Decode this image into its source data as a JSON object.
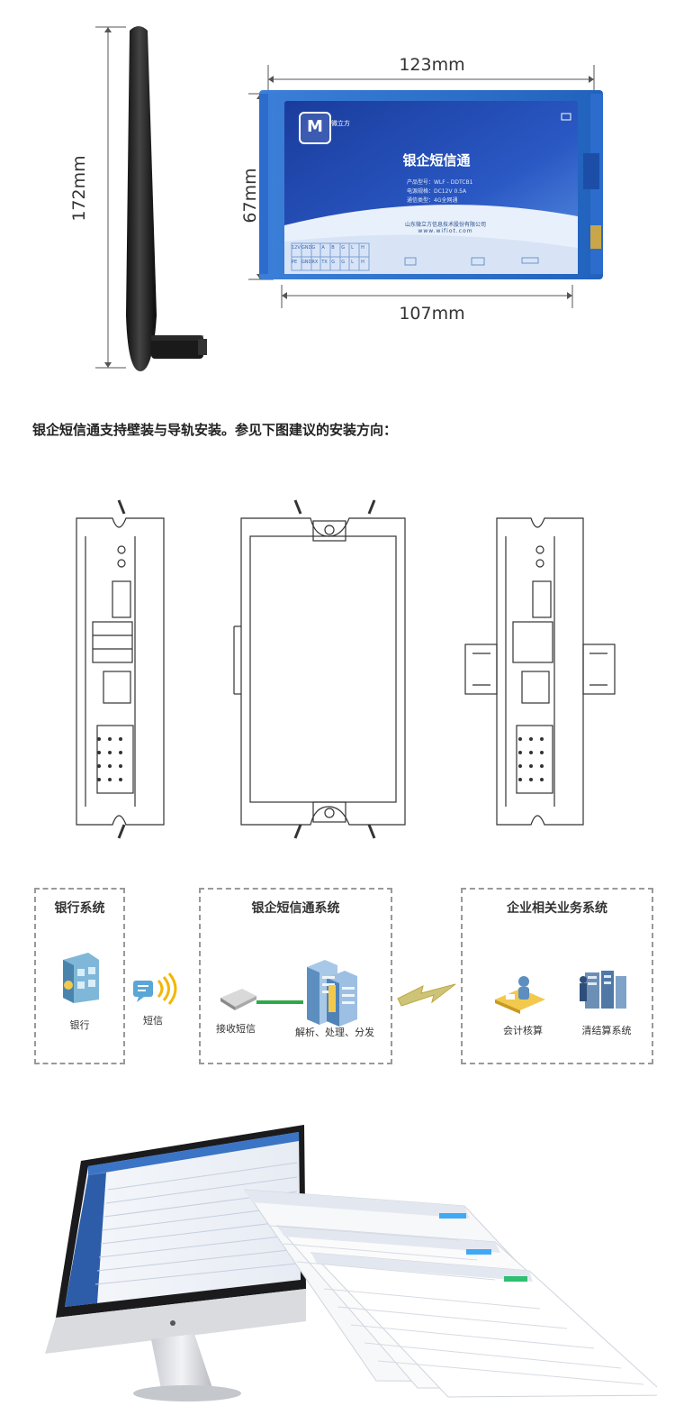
{
  "dimensions": {
    "antenna_height": "172mm",
    "device_width": "123mm",
    "device_height": "67mm",
    "device_depth": "107mm"
  },
  "device_label": {
    "logo_text": "M",
    "logo_sub": "微立方",
    "product_name": "银企短信通",
    "spec_model": "产品型号：WLF - DDTCB1",
    "spec_power": "电源规格：DC12V 0.5A",
    "spec_network": "通信类型：4G全网通",
    "company": "山东微立方信息技术股份有限公司",
    "website": "www.wifiot.com",
    "terminal_top": [
      "12V",
      "GND",
      "G",
      "A",
      "B",
      "G",
      "L",
      "H"
    ],
    "terminal_bottom": [
      "PE",
      "GND",
      "RX",
      "TX",
      "G",
      "G",
      "L",
      "H"
    ]
  },
  "caption": "银企短信通支持壁装与导轨安装。参见下图建议的安装方向：",
  "architecture": {
    "bank_system_title": "银行系统",
    "bank_label": "银行",
    "sms_label": "短信",
    "core_system_title": "银企短信通系统",
    "receive_label": "接收短信",
    "process_label": "解析、处理、分发",
    "enterprise_title": "企业相关业务系统",
    "accounting_label": "会计核算",
    "clearing_label": "清结算系统"
  },
  "colors": {
    "device_blue": "#1e56b8",
    "device_light": "#4d8de0",
    "link_green": "#2fa84a"
  }
}
